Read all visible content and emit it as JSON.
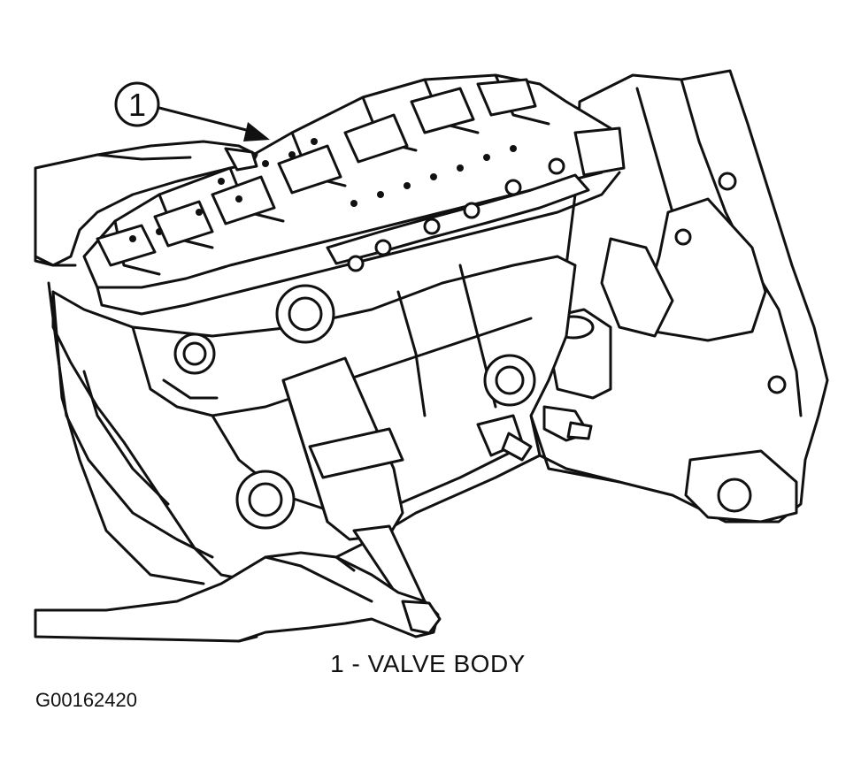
{
  "callout": {
    "number": "1"
  },
  "caption": {
    "text": "1 - VALVE BODY"
  },
  "figure_id": "G00162420"
}
